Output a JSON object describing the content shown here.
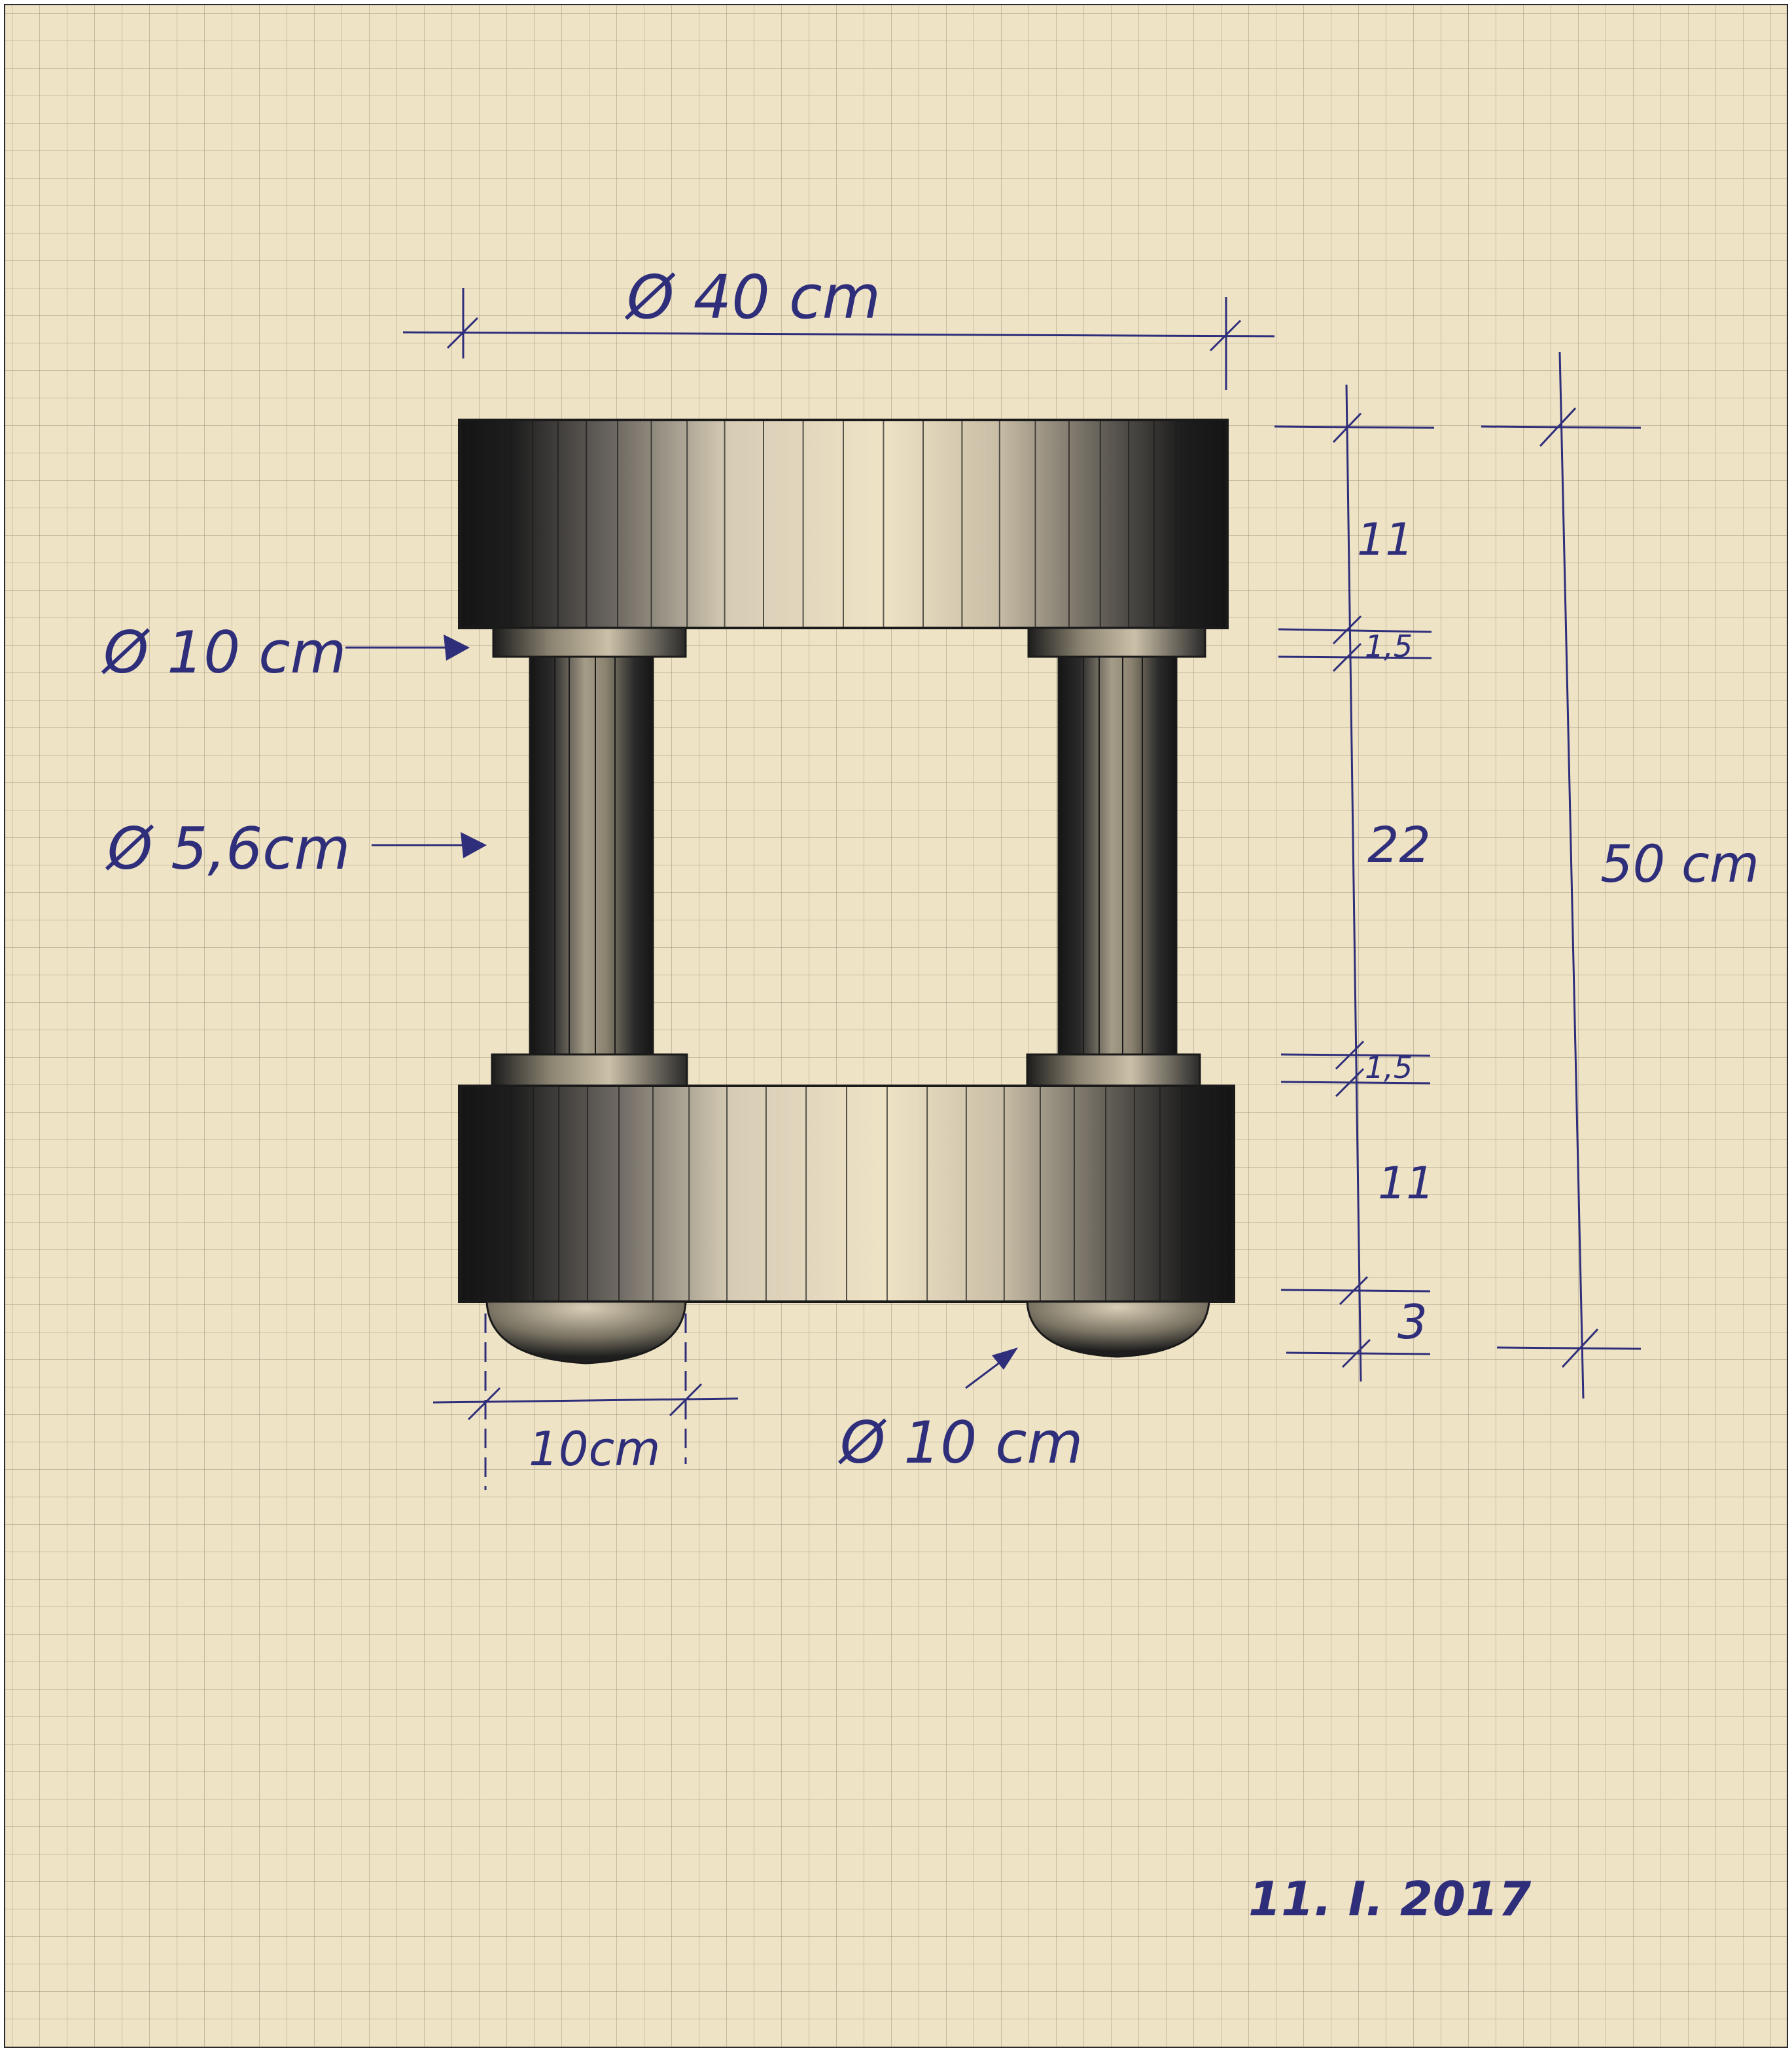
{
  "colors": {
    "paper": "#efe3c6",
    "grid": "#968c78",
    "ink_blue": "#2e2e7a",
    "ink_black": "#1a1a1a"
  },
  "labels": {
    "top_diameter": "Ø 40 cm",
    "upper_plate_height": "11",
    "collar_top_height": "1,5",
    "column_height": "22",
    "collar_bottom_height": "1,5",
    "lower_plate_height": "11",
    "foot_height": "3",
    "total_height": "50 cm",
    "collar_diameter": "Ø 10 cm",
    "column_diameter": "Ø 5,6cm",
    "foot_width": "10cm",
    "foot_diameter": "Ø 10 cm",
    "date": "11. I. 2017"
  }
}
